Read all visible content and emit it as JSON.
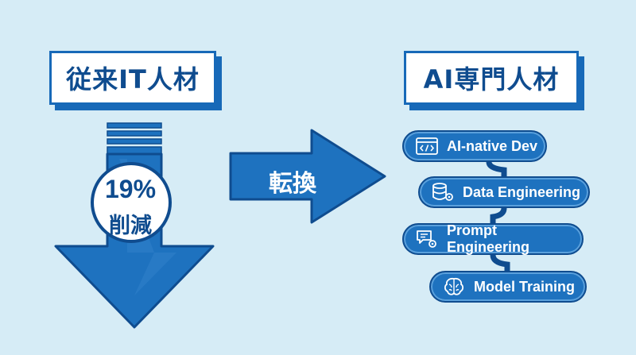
{
  "left": {
    "title": "従来IT人材",
    "reduction_value": "19%",
    "reduction_label": "削減"
  },
  "transition": {
    "label": "転換"
  },
  "right": {
    "title": "AI専門人材",
    "skills": [
      {
        "label": "AI-native Dev",
        "icon": "code-window-icon"
      },
      {
        "label": "Data Engineering",
        "icon": "database-gear-icon"
      },
      {
        "label": "Prompt Engineering",
        "icon": "chat-gear-icon"
      },
      {
        "label": "Model Training",
        "icon": "brain-icon"
      }
    ]
  },
  "colors": {
    "background": "#d6ecf6",
    "primary": "#1e72bf",
    "dark": "#0f4c8f",
    "highlight": "#5aa0dc",
    "white": "#ffffff"
  }
}
